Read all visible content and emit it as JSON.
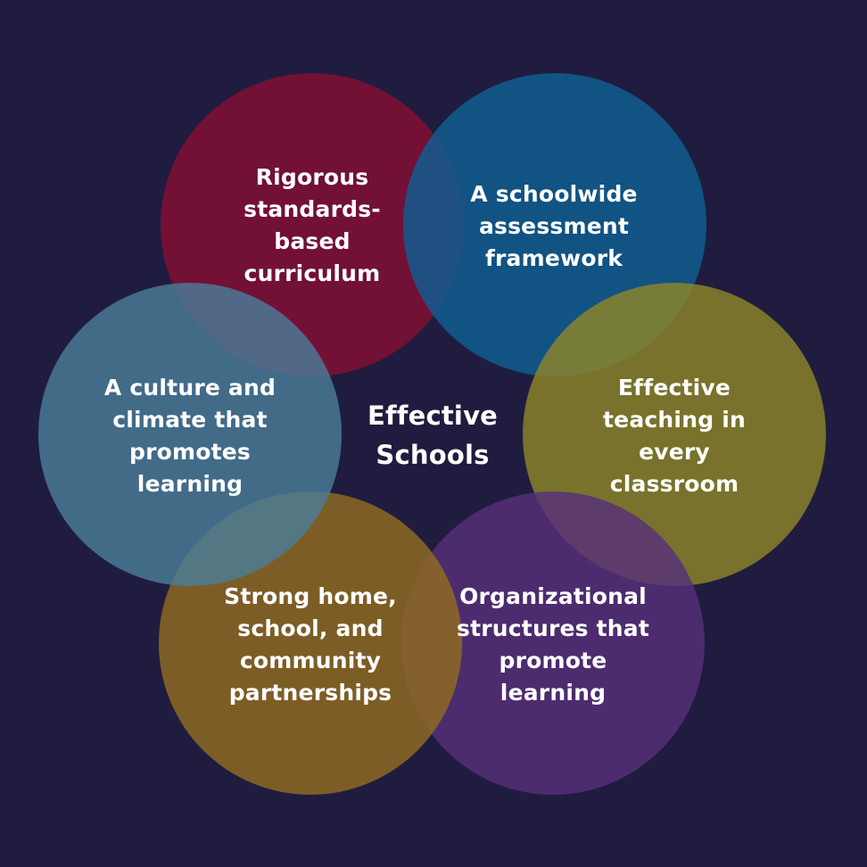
{
  "center": {
    "title": "Effective\nSchools"
  },
  "petals": [
    {
      "id": "curriculum",
      "label": "Rigorous\nstandards-\nbased\ncurriculum",
      "color": "#850d33"
    },
    {
      "id": "assessment",
      "label": "A schoolwide\nassessment\nframework",
      "color": "#0f5f92"
    },
    {
      "id": "teaching",
      "label": "Effective\nteaching in every\nclassroom",
      "color": "#8e8528"
    },
    {
      "id": "organizational",
      "label": "Organizational\nstructures that\npromote\nlearning",
      "color": "#572f79"
    },
    {
      "id": "partnerships",
      "label": "Strong home,\nschool, and\ncommunity\npartnerships",
      "color": "#926b21"
    },
    {
      "id": "culture",
      "label": "A culture and\nclimate that\npromotes\nlearning",
      "color": "#4b7d98"
    }
  ],
  "colors": {
    "background": "#1f1c3f",
    "text": "#ffffff"
  }
}
